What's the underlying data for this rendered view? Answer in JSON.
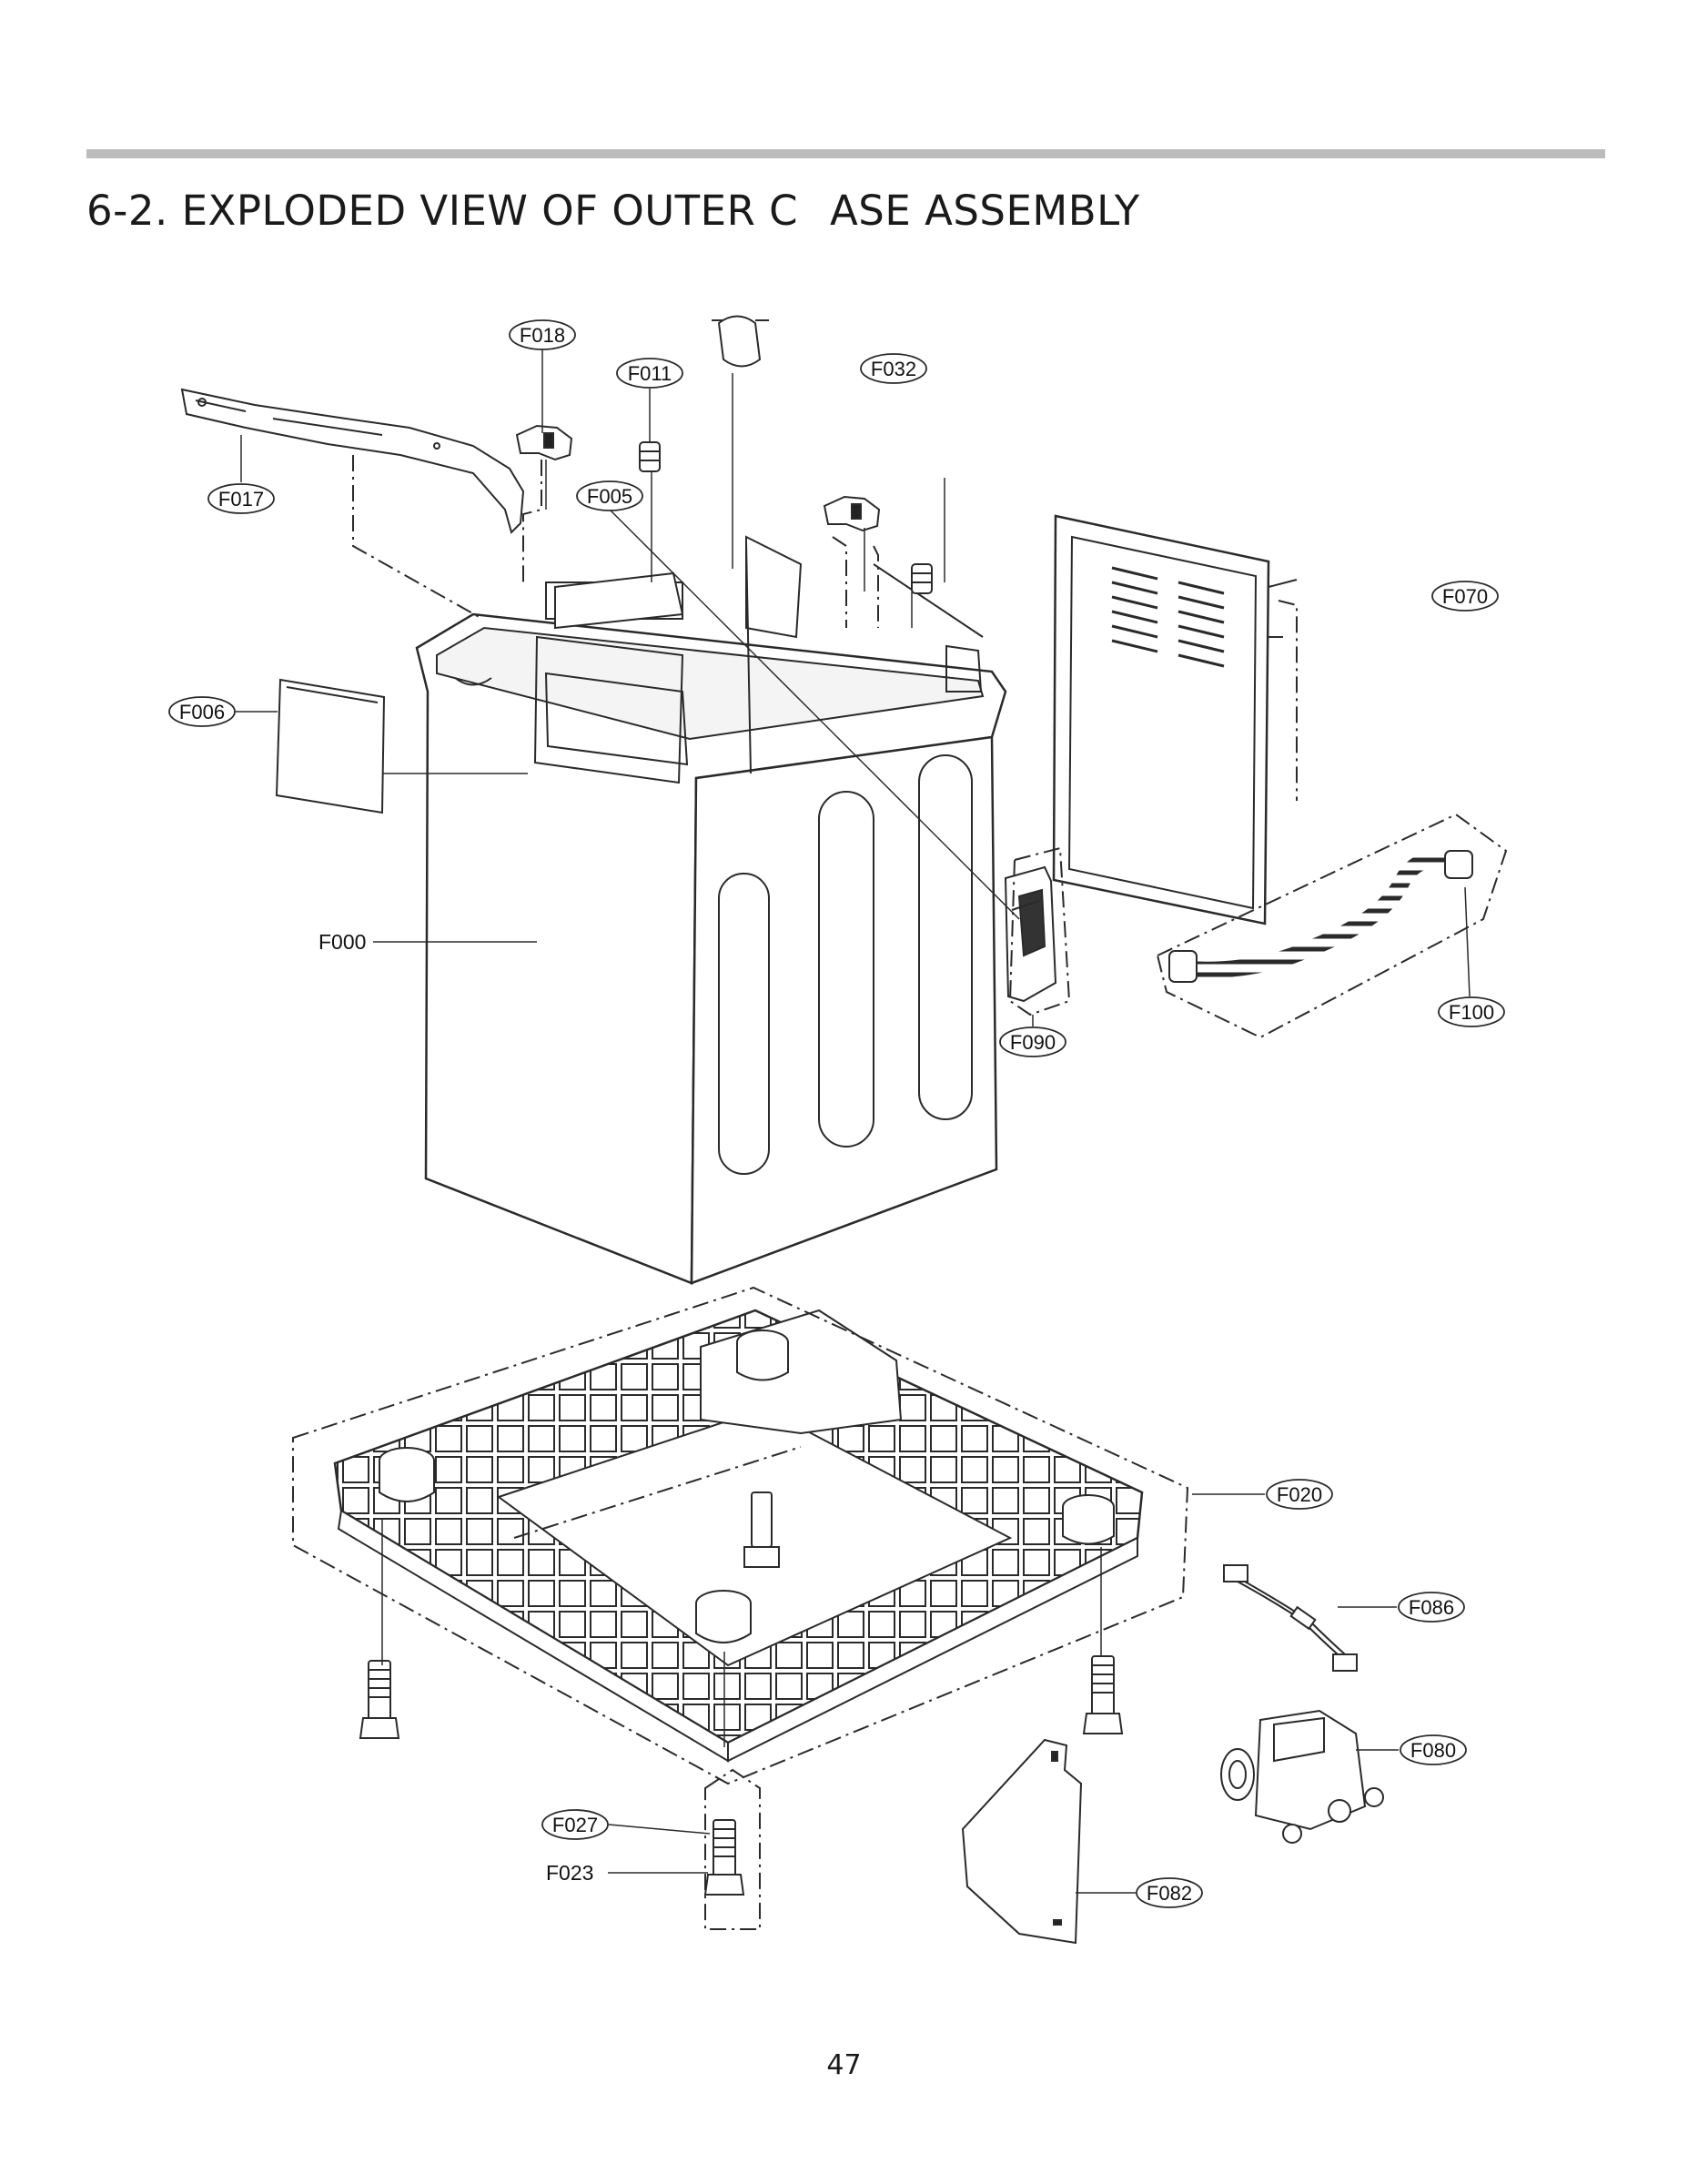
{
  "page": {
    "title_part1": "6-2. EXPLODED VIEW OF OUTER C",
    "title_part2": "ASE ASSEMBLY",
    "page_number": "47"
  },
  "labels": {
    "F000": "F000",
    "F005": "F005",
    "F006": "F006",
    "F011": "F011",
    "F017": "F017",
    "F018": "F018",
    "F020": "F020",
    "F023": "F023",
    "F027": "F027",
    "F032": "F032",
    "F070": "F070",
    "F080": "F080",
    "F082": "F082",
    "F086": "F086",
    "F090": "F090",
    "F100": "F100"
  },
  "colors": {
    "line": "#2a2a2a",
    "rule": "#bcbcbc"
  }
}
